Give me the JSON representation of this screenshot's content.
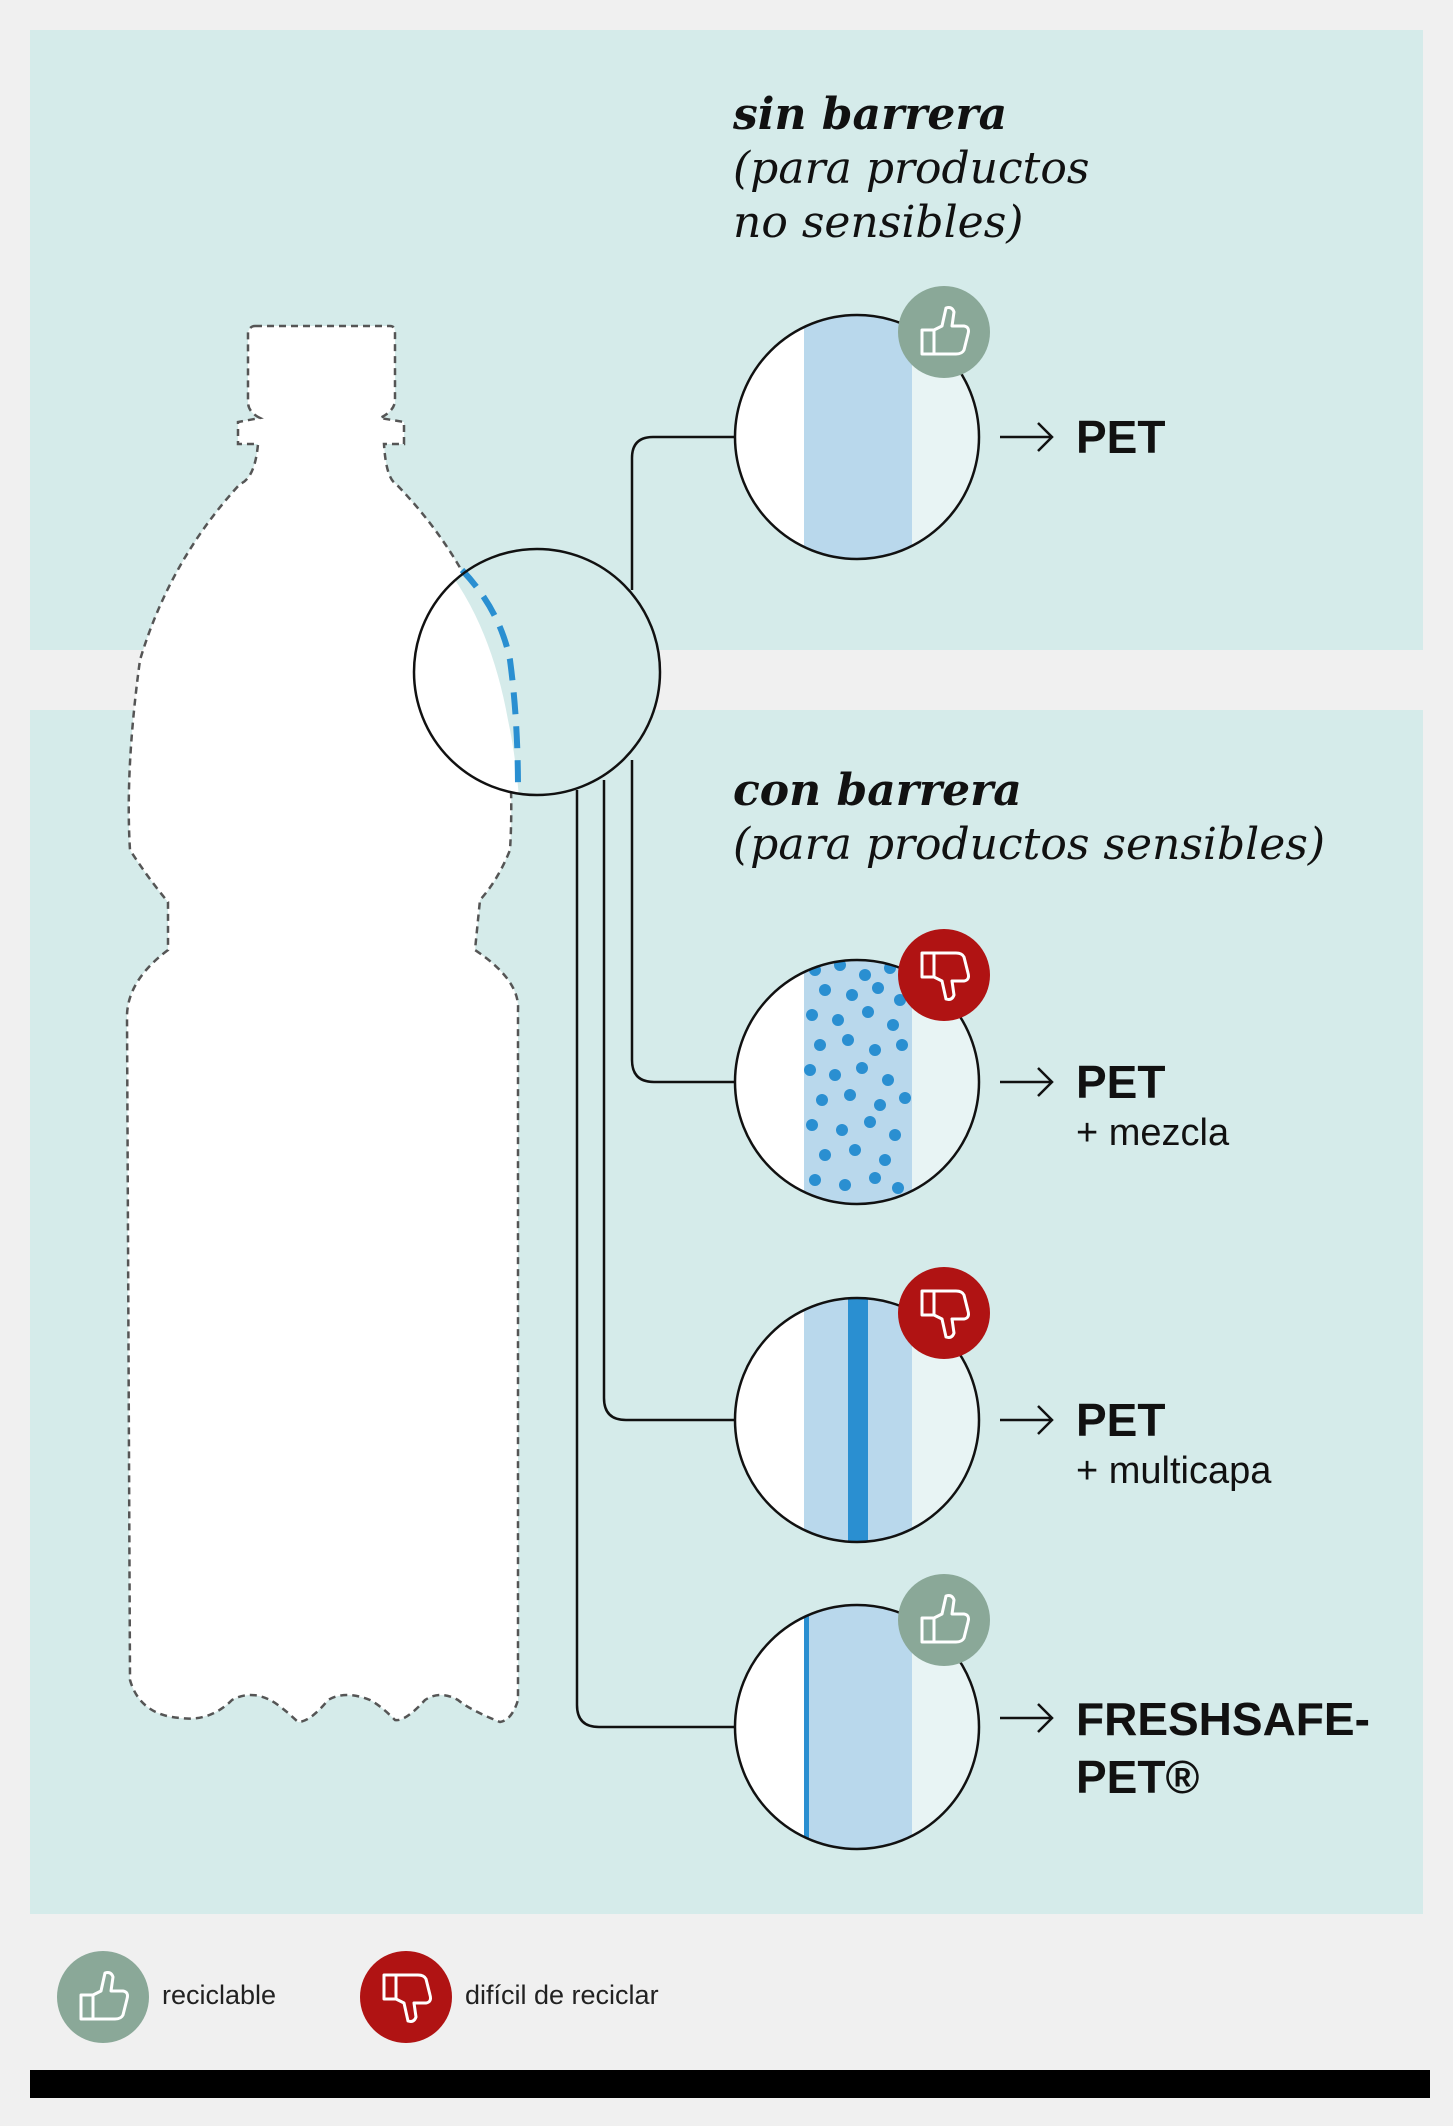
{
  "no_barrier": {
    "title": "sin barrera",
    "subtitle": "(para productos\nno sensibles)"
  },
  "with_barrier": {
    "title": "con barrera",
    "subtitle": "(para productos sensibles)"
  },
  "options": [
    {
      "label": "PET",
      "sublabel": "",
      "recyclable": true
    },
    {
      "label": "PET",
      "sublabel": "+ mezcla",
      "recyclable": false
    },
    {
      "label": "PET",
      "sublabel": "+ multicapa",
      "recyclable": false
    },
    {
      "label": "FRESHSAFE-\nPET®",
      "sublabel": "",
      "recyclable": true
    }
  ],
  "legend": {
    "recyclable": "reciclable",
    "hard_to_recycle": "difícil de reciclar"
  },
  "colors": {
    "panel": "#d5ebea",
    "good": "#8aa898",
    "bad": "#b01313",
    "barrier_blue": "#2a8fd1",
    "pet_layer": "#b9d8ec"
  },
  "icons": [
    "thumbs-up-icon",
    "thumbs-down-icon",
    "arrow-right-icon",
    "bottle-outline"
  ]
}
